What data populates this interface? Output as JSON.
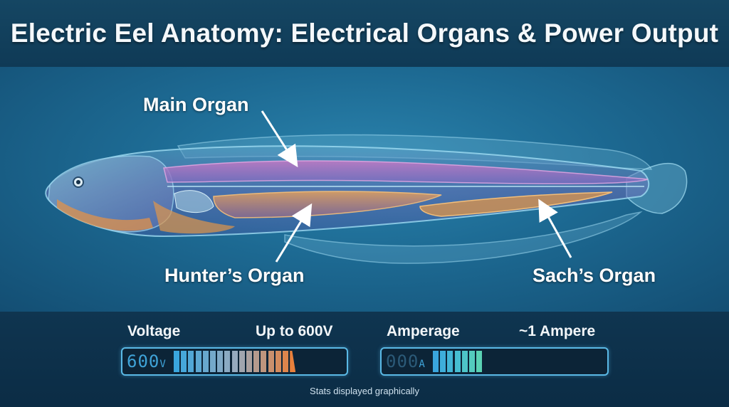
{
  "title": "Electric Eel Anatomy: Electrical Organs & Power Output",
  "labels": {
    "main_organ": "Main Organ",
    "hunters_organ": "Hunter’s Organ",
    "sachs_organ": "Sach’s Organ"
  },
  "voltage": {
    "label": "Voltage",
    "value_text": "Up to 600V",
    "readout": "600",
    "unit": "V",
    "fill_fraction": 0.76
  },
  "amperage": {
    "label": "Amperage",
    "value_text": "~1 Ampere",
    "readout": "000",
    "unit": "A",
    "fill_fraction": 0.3
  },
  "footer": "Stats displayed graphically",
  "colors": {
    "main_organ": "#b86bb8",
    "hunters_organ": "#e0954a",
    "sachs_organ": "#e0954a",
    "meter_border": "#5ab9e6"
  }
}
